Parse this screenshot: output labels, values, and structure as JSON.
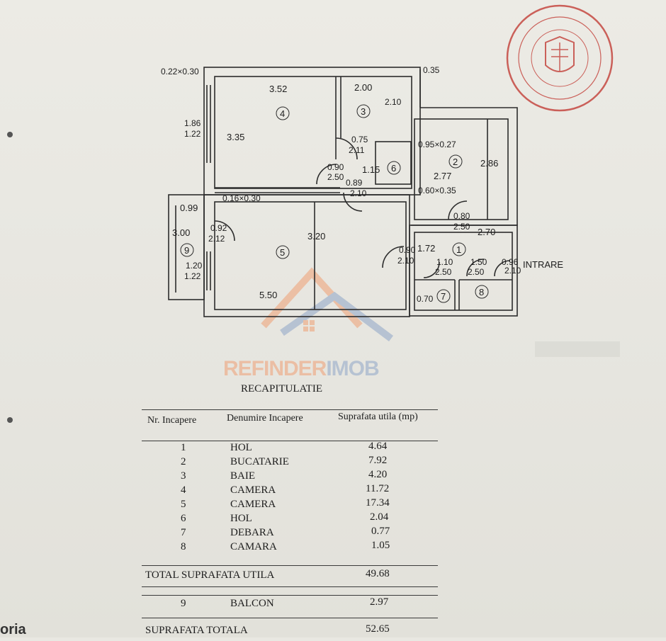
{
  "plan": {
    "dimensions": {
      "d1": "0.22×0.30",
      "d2": "3.52",
      "d3": "2.00",
      "d4": "0.35",
      "d5": "2.10",
      "d6": "1.86",
      "d7": "1.22",
      "d8": "3.35",
      "d9": "0.75",
      "d10": "2.11",
      "d11": "0.95×0.27",
      "d12": "2.86",
      "d13": "0.90",
      "d14": "2.50",
      "d15": "1.15",
      "d16": "2.77",
      "d17": "0.89",
      "d18": "2.10",
      "d19": "0.16×0.30",
      "d20": "0.60×0.35",
      "d21": "0.99",
      "d22": "0.80",
      "d23": "3.00",
      "d24": "0.92",
      "d25": "2.12",
      "d26": "3.20",
      "d27": "2.50",
      "d28": "2.70",
      "d29": "1.72",
      "d30": "0.90",
      "d31": "2.10",
      "d32": "1.20",
      "d33": "1.22",
      "d34": "1.10",
      "d35": "2.50",
      "d36": "1.50",
      "d37": "2.50",
      "d38": "0.96",
      "d39": "2.10",
      "d40": "5.50",
      "d41": "0.70"
    },
    "room_numbers": [
      "1",
      "2",
      "3",
      "4",
      "5",
      "6",
      "7",
      "8",
      "9"
    ],
    "entrance_label": "INTRARE",
    "watermark": "REFINDERIMOB",
    "bottom_left_fragment": "oria"
  },
  "recap": {
    "title": "RECAPITULATIE",
    "headers": [
      "Nr. Incapere",
      "Denumire Incapere",
      "Suprafata utila  (mp)"
    ],
    "rows": [
      {
        "nr": "1",
        "name": "HOL",
        "area": "4.64"
      },
      {
        "nr": "2",
        "name": "BUCATARIE",
        "area": "7.92"
      },
      {
        "nr": "3",
        "name": "BAIE",
        "area": "4.20"
      },
      {
        "nr": "4",
        "name": "CAMERA",
        "area": "11.72"
      },
      {
        "nr": "5",
        "name": "CAMERA",
        "area": "17.34"
      },
      {
        "nr": "6",
        "name": "HOL",
        "area": "2.04"
      },
      {
        "nr": "7",
        "name": "DEBARA",
        "area": "0.77"
      },
      {
        "nr": "8",
        "name": "CAMARA",
        "area": "1.05"
      }
    ],
    "total_util_label": "TOTAL SUPRAFATA UTILA",
    "total_util_value": "49.68",
    "balcony": {
      "nr": "9",
      "name": "BALCON",
      "area": "2.97"
    },
    "total_label": "SUPRAFATA TOTALA",
    "total_value": "52.65"
  },
  "colors": {
    "stamp": "#c0322b",
    "watermark_orange": "#f0a074",
    "watermark_blue": "#8fa6c8",
    "ink": "#1d1d1d"
  }
}
